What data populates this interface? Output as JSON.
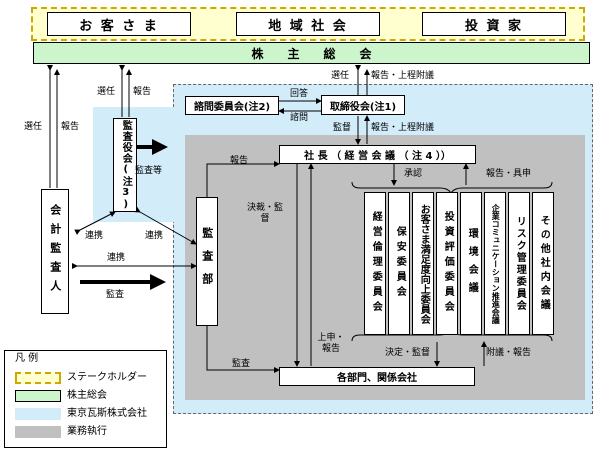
{
  "stakeholders": [
    "お 客 さ ま",
    "地 域 社 会",
    "投 資 家"
  ],
  "shareholders_meeting": "株　　主　　総　　会",
  "board": "取締役会(注1)",
  "advisory": "諮問委員会(注2)",
  "auditors": "監査役会(注3)",
  "accounting_auditor": "会計監査人",
  "president": "社 長 （ 経 営 会 議 （ 注 4 ））",
  "audit_dept": "監査部",
  "departments": "各部門、関係会社",
  "committees": [
    "経営倫理委員会",
    "保安委員会",
    "お客さま満足度向上委員会",
    "投資評価委員会",
    "環境会議",
    "企業コミュニケーション推進会議",
    "リスク管理委員会",
    "その他社内会議"
  ],
  "labels": {
    "senin": "選任",
    "houkoku": "報告",
    "senin_left": "選任",
    "houkoku_left": "報告",
    "senin_board": "選任",
    "houkoku_joutei": "報告・上程附議",
    "kantoku": "監督",
    "houkoku_joutei2": "報告・上程附議",
    "kaitou": "回答",
    "shimon": "諮問",
    "kansatou": "監査等",
    "renkei1": "連携",
    "renkei2": "連携",
    "renkei3": "連携",
    "kansa_acc": "監査",
    "houkoku_audit": "報告",
    "kessai_kantoku": "決裁・監督",
    "shoushin": "承認",
    "houkoku_gushin": "報告・具申",
    "joushin_houkoku": "上申・報告",
    "kettei_kantoku": "決定・監督",
    "fugi_houkoku": "附議・報告",
    "kansa_dept": "監査"
  },
  "legend": {
    "title": "凡 例",
    "items": [
      "ステークホルダー",
      "株主総会",
      "東京瓦斯株式会社",
      "業務執行"
    ]
  },
  "colors": {
    "stakeholder_bg": "#ffffd0",
    "stakeholder_border": "#ccaa00",
    "shareholders_bg": "#ccf5cc",
    "company_bg": "#d2ecfa",
    "execution_bg": "#c0c0c0"
  }
}
